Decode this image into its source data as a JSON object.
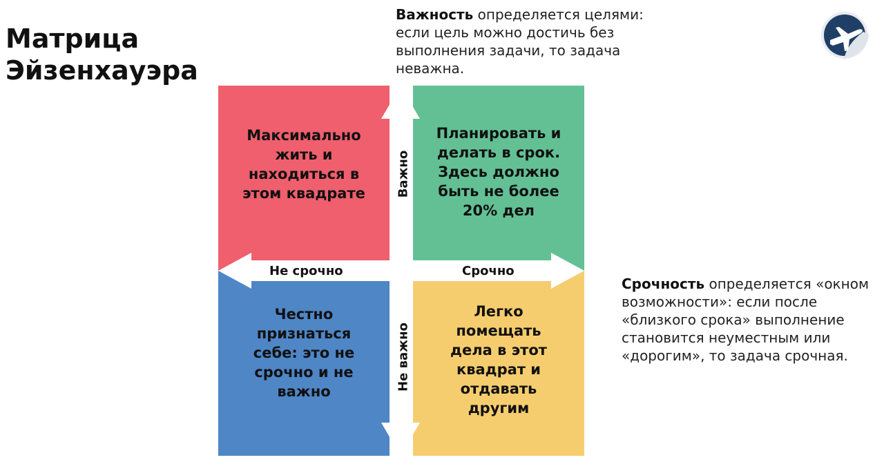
{
  "title": {
    "line1": "Матрица",
    "line2": "Эйзенхауэра"
  },
  "importance_note": {
    "term": "Важность",
    "text": " определяется целями: если цель можно достичь без выполнения задачи, то задача неважна."
  },
  "urgency_note": {
    "term": "Срочность",
    "text": " определяется «окном возможности»: если после «близкого срока» выполнение становится неуместным или «дорогим», то задача срочная."
  },
  "logo": {
    "icon": "airplane-icon",
    "colors": {
      "ring": "#e8ebf0",
      "circle": "#1f3f66",
      "plane": "#ffffff"
    }
  },
  "matrix": {
    "axes": {
      "horizontal_left": "Не срочно",
      "horizontal_right": "Срочно",
      "vertical_top": "Важно",
      "vertical_bottom": "Не важно"
    },
    "quadrants": {
      "top_left": {
        "text": "Максимально\nжить и\nнаходиться в\nэтом квадрате",
        "color": "#ef5f6d"
      },
      "top_right": {
        "text": "Планировать и\nделать в срок.\nЗдесь должно\nбыть не более\n20% дел",
        "color": "#63c095"
      },
      "bottom_left": {
        "text": "Честно\nпризнаться\nсебе: это не\nсрочно и не\nважно",
        "color": "#4f86c6"
      },
      "bottom_right": {
        "text": "Легко\nпомещать\nдела в этот\nквадрат и\nотдавать\nдругим",
        "color": "#f6cd6e"
      }
    }
  }
}
